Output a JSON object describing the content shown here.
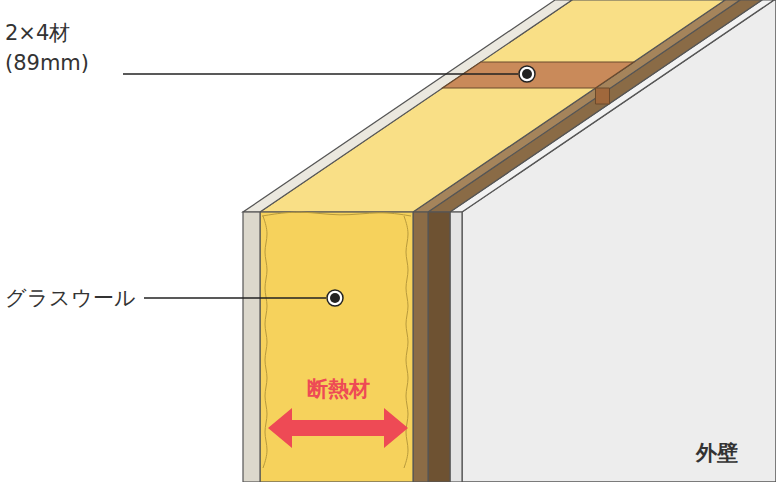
{
  "diagram": {
    "labels": [
      "2×4材 (89mm)",
      "グラスウール",
      "断熱材",
      "外壁"
    ]
  }
}
